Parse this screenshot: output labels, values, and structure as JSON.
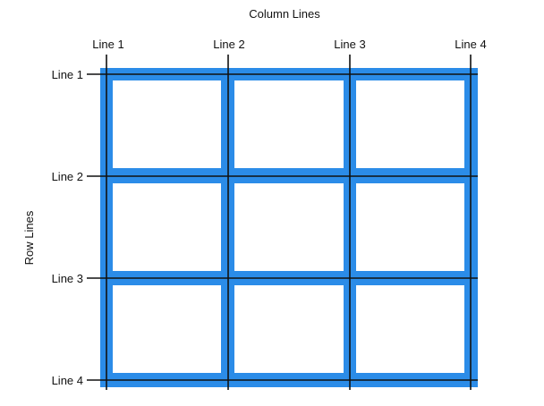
{
  "column_title": "Column Lines",
  "row_title": "Row Lines",
  "column_labels": [
    "Line 1",
    "Line 2",
    "Line 3",
    "Line 4"
  ],
  "row_labels": [
    "Line 1",
    "Line 2",
    "Line 3",
    "Line 4"
  ],
  "colors": {
    "grid_fill": "#2b8ce8",
    "cell_fill": "#ffffff",
    "line_color": "#111111"
  },
  "grid": {
    "columns": 3,
    "rows": 3
  }
}
